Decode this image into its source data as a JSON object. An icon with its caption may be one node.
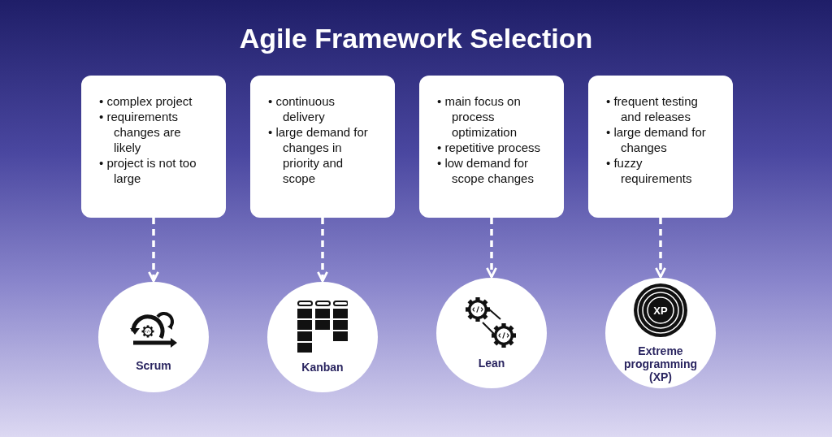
{
  "diagram": {
    "title": "Agile Framework Selection",
    "nodes": [
      {
        "text": [
          "• complex project",
          "• requirements changes are likely",
          "• project is not too large"
        ]
      },
      {
        "text": [
          "• continuous delivery",
          "• large demand for changes in priority and scope"
        ]
      },
      {
        "text": [
          "• main focus on process optimization",
          "• repetitive process",
          "• low demand for scope changes"
        ]
      },
      {
        "text": [
          "• frequent testing and releases",
          "• large demand for changes",
          "• fuzzy requirements"
        ]
      },
      {
        "text": [
          "Scrum"
        ]
      },
      {
        "text": [
          "Kanban"
        ]
      },
      {
        "text": [
          "Lean"
        ]
      },
      {
        "text": [
          "Extreme programming (XP)"
        ]
      }
    ],
    "edges": [
      {
        "from": 0,
        "to": 4,
        "arrow": "to",
        "style": "dashed"
      },
      {
        "from": 1,
        "to": 5,
        "arrow": "to",
        "style": "dashed"
      },
      {
        "from": 2,
        "to": 6,
        "arrow": "to",
        "style": "dashed"
      },
      {
        "from": 3,
        "to": 7,
        "arrow": "to",
        "style": "dashed"
      }
    ],
    "labels": [
      "XP"
    ]
  }
}
